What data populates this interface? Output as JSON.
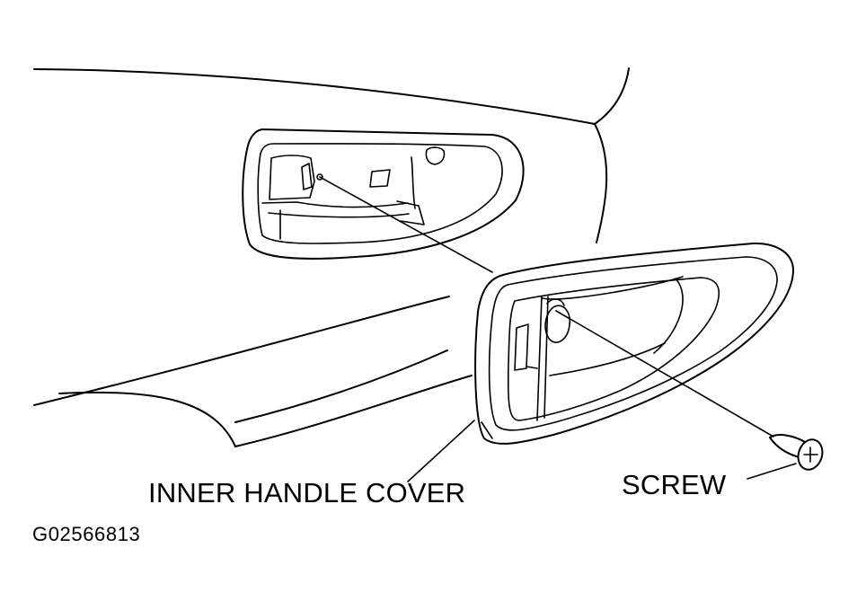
{
  "labels": {
    "inner_handle_cover": "INNER HANDLE COVER",
    "screw": "SCREW",
    "figure_id": "G02566813"
  }
}
